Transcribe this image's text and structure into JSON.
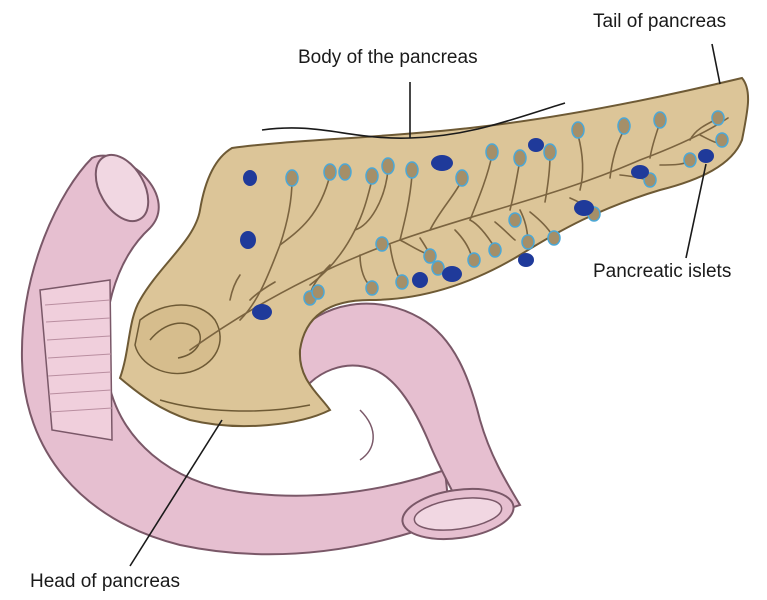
{
  "labels": {
    "body": "Body of the pancreas",
    "tail": "Tail of pancreas",
    "islets": "Pancreatic islets",
    "head": "Head of pancreas"
  },
  "colors": {
    "duodenum_fill": "#e6bfd0",
    "duodenum_stroke": "#7a5868",
    "pancreas_fill": "#dcc598",
    "pancreas_stroke": "#6e5a35",
    "duct": "#7b6440",
    "acinus": "#a58f68",
    "acinus_tip": "#4aa8d8",
    "islet": "#1f3a9a"
  }
}
